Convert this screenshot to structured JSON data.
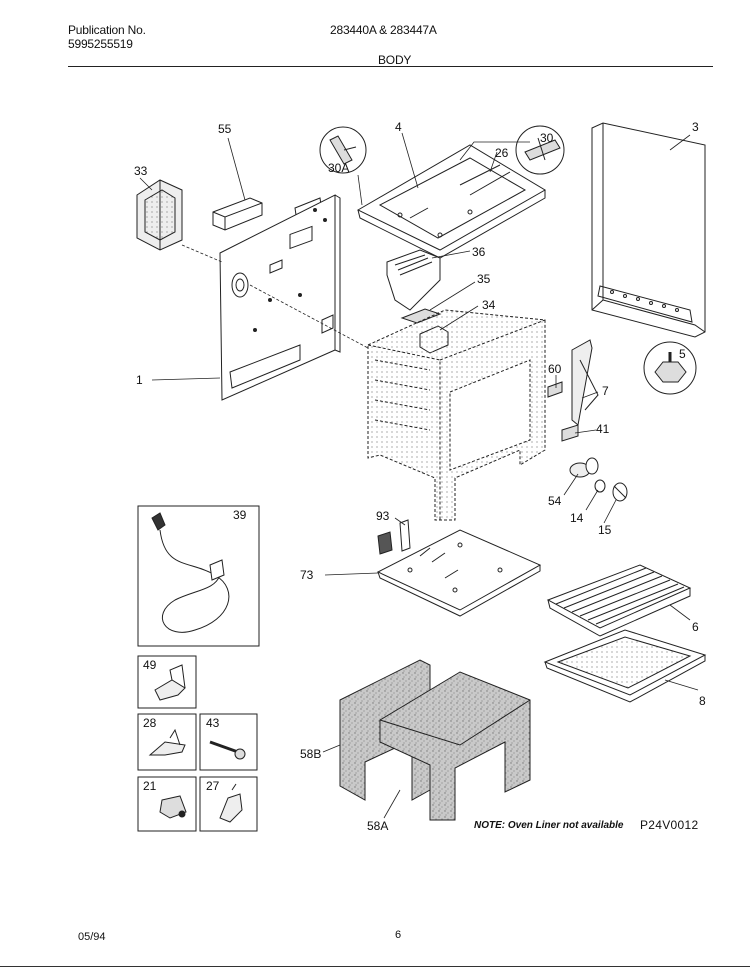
{
  "header": {
    "publication_label": "Publication No.",
    "publication_number": "5995255519",
    "models": "283440A & 283447A",
    "section_title": "BODY"
  },
  "callouts": {
    "c1": "1",
    "c3": "3",
    "c4": "4",
    "c5": "5",
    "c6": "6",
    "c7": "7",
    "c8": "8",
    "c14": "14",
    "c15": "15",
    "c21": "21",
    "c26": "26",
    "c27": "27",
    "c28": "28",
    "c30": "30",
    "c30A": "30A",
    "c33": "33",
    "c34": "34",
    "c35": "35",
    "c36": "36",
    "c39": "39",
    "c41": "41",
    "c43": "43",
    "c49": "49",
    "c54": "54",
    "c55": "55",
    "c58A": "58A",
    "c58B": "58B",
    "c60": "60",
    "c73": "73",
    "c93": "93"
  },
  "note": "NOTE: Oven Liner not available",
  "figure_code": "P24V0012",
  "footer": {
    "date": "05/94",
    "page": "6"
  }
}
